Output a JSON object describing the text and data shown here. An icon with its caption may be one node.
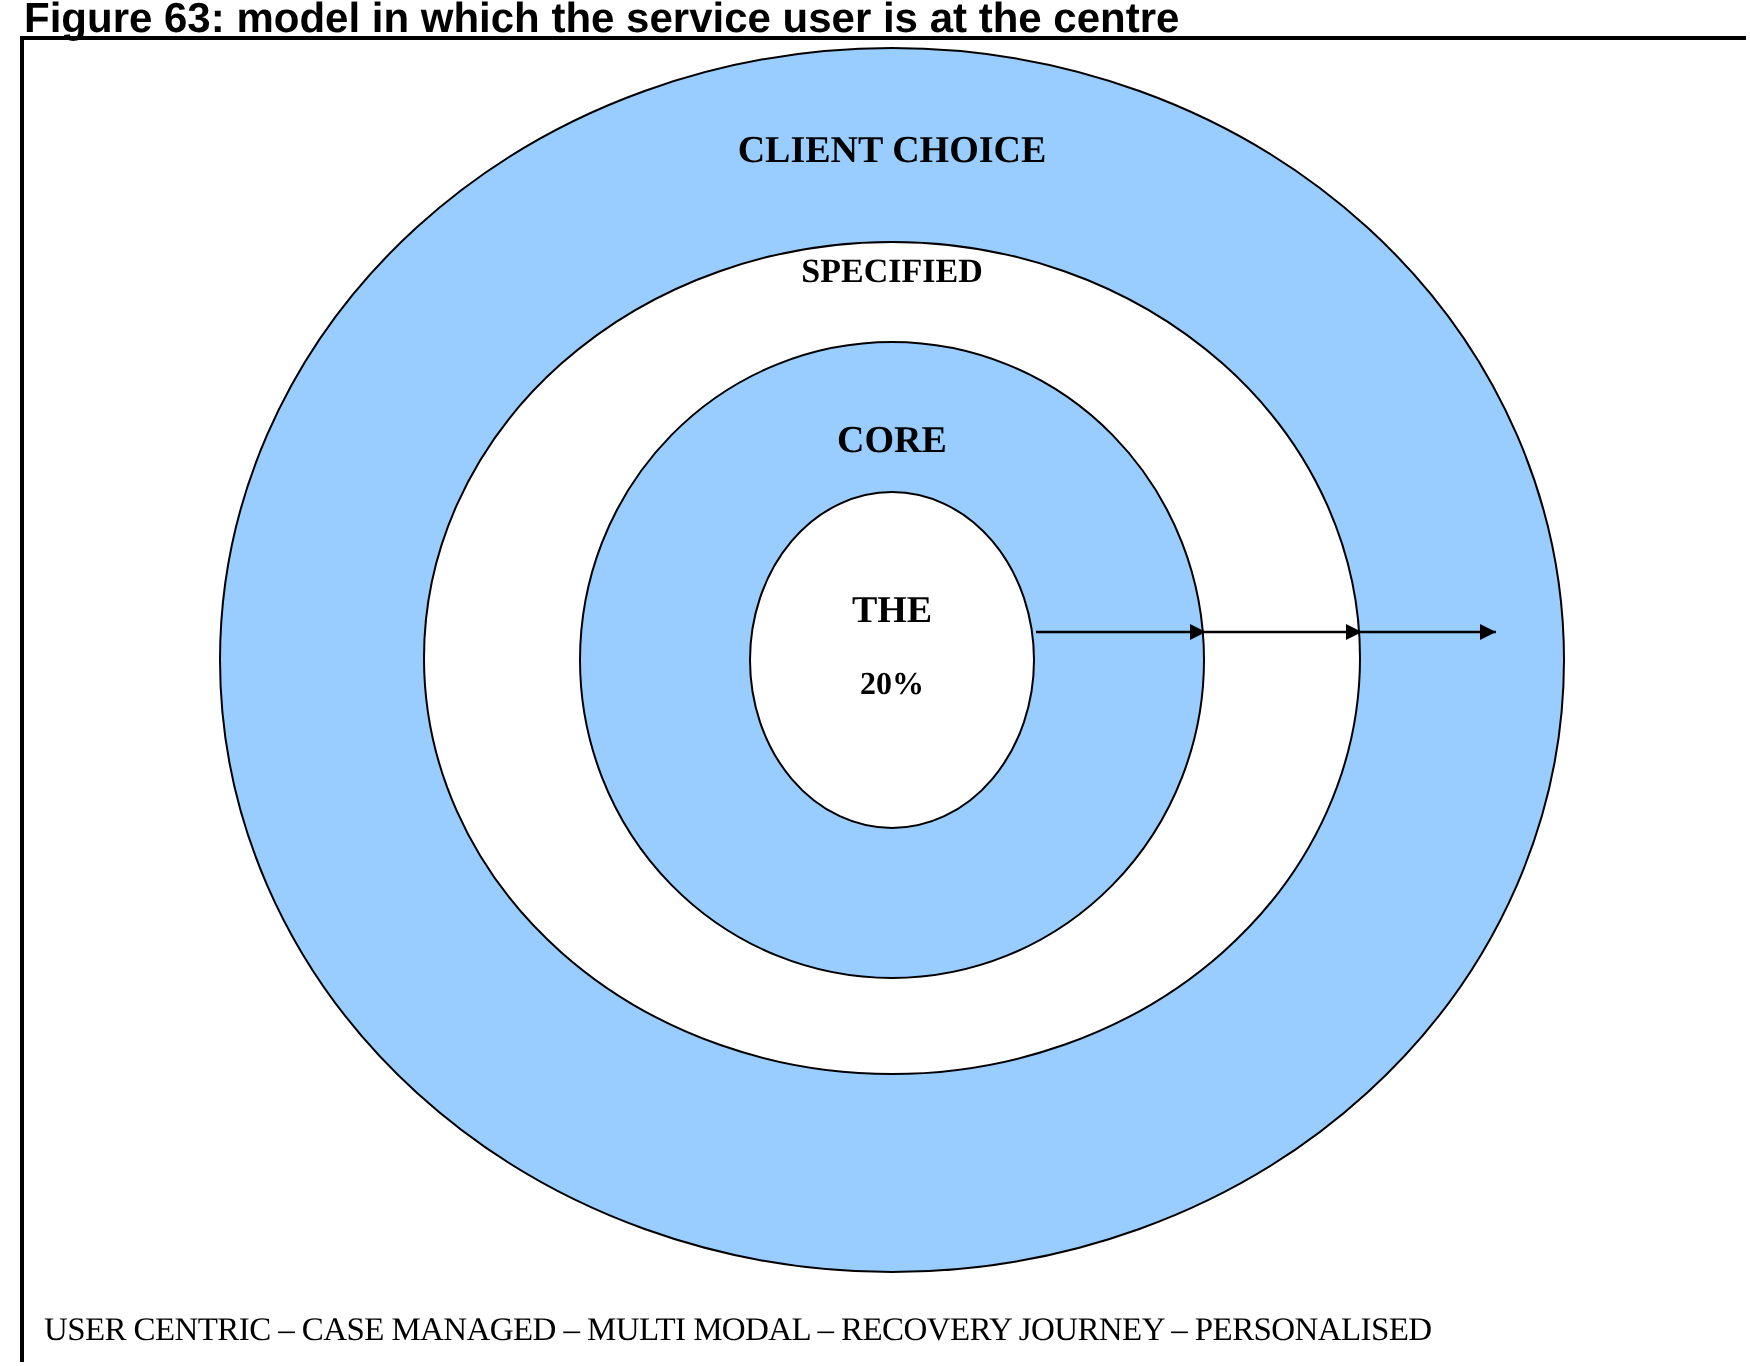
{
  "diagram": {
    "title": "Figure 63: model in which the service user is at the centre",
    "nodes": [
      {
        "text": [
          "CLIENT CHOICE"
        ]
      },
      {
        "text": [
          "SPECIFIED"
        ],
        "in": 0
      },
      {
        "text": [
          "CORE"
        ],
        "in": 1
      },
      {
        "text": [
          "THE",
          "20%"
        ],
        "in": 2
      }
    ],
    "edges": [
      {
        "from": 3,
        "to": 2,
        "arrow": "to"
      },
      {
        "from": 2,
        "to": 1,
        "arrow": "to"
      },
      {
        "from": 1,
        "to": null,
        "arrow": "to"
      }
    ],
    "labels": [
      "USER CENTRIC – CASE MANAGED – MULTI MODAL – RECOVERY JOURNEY – PERSONALISED"
    ]
  }
}
